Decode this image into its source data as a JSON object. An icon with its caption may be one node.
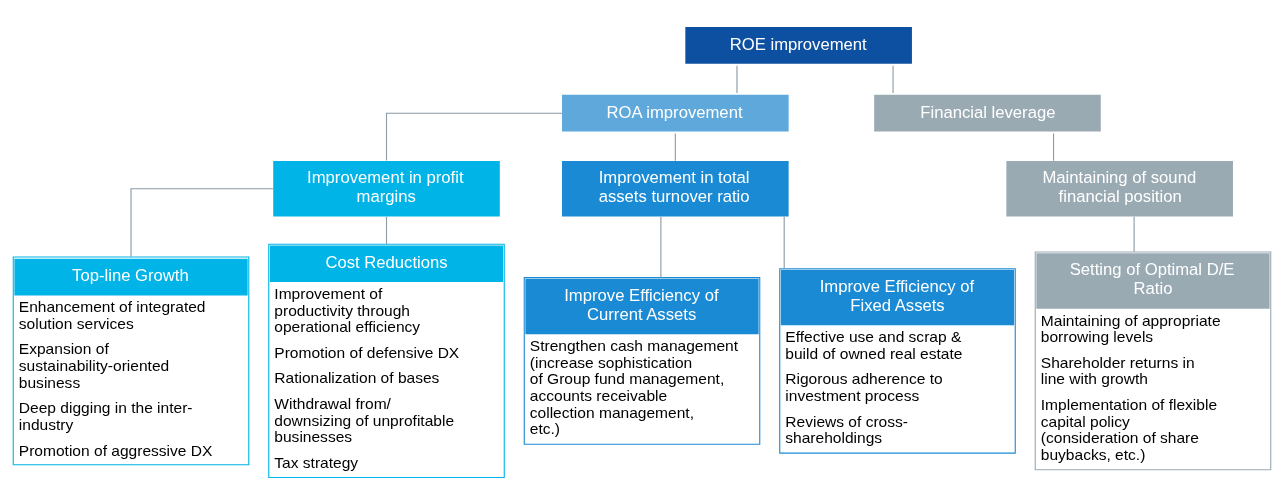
{
  "diagram": {
    "nodes": [
      {
        "text": [
          "ROE improvement"
        ]
      },
      {
        "text": [
          "ROA improvement"
        ]
      },
      {
        "text": [
          "Financial leverage"
        ]
      },
      {
        "text": [
          "Improvement in profit margins"
        ]
      },
      {
        "text": [
          "Improvement in total assets turnover ratio"
        ]
      },
      {
        "text": [
          "Maintaining of sound financial position"
        ]
      },
      {
        "text": [
          "Top-line Growth",
          "Enhancement of integrated solution services",
          "Expansion of sustainability-oriented business",
          "Deep digging in the inter-industry",
          "Promotion of aggressive DX"
        ]
      },
      {
        "text": [
          "Cost Reductions",
          "Improvement of productivity through operational efficiency",
          "Promotion of defensive DX",
          "Rationalization of bases",
          "Withdrawal from/ downsizing of unprofitable businesses",
          "Tax strategy"
        ]
      },
      {
        "text": [
          "Improve Efficiency of Current Assets",
          "Strengthen cash management (increase sophistication of Group fund management, accounts receivable collection management, etc.)"
        ]
      },
      {
        "text": [
          "Improve Efficiency of Fixed Assets",
          "Effective use and scrap & build of owned real estate",
          "Rigorous adherence to investment process",
          "Reviews of cross-shareholdings"
        ]
      },
      {
        "text": [
          "Setting of Optimal D/E Ratio",
          "Maintaining of appropriate borrowing levels",
          "Shareholder returns in line with growth",
          "Implementation of flexible capital policy (consideration of share buybacks, etc.)"
        ]
      }
    ],
    "edges": [
      {
        "from": 0,
        "to": 1,
        "arrow": "none"
      },
      {
        "from": 0,
        "to": 2,
        "arrow": "none"
      },
      {
        "from": 1,
        "to": 3,
        "arrow": "none"
      },
      {
        "from": 1,
        "to": 4,
        "arrow": "none"
      },
      {
        "from": 2,
        "to": 5,
        "arrow": "none"
      },
      {
        "from": 3,
        "to": 6,
        "arrow": "none"
      },
      {
        "from": 3,
        "to": 7,
        "arrow": "none"
      },
      {
        "from": 4,
        "to": 8,
        "arrow": "none"
      },
      {
        "from": 4,
        "to": 9,
        "arrow": "none"
      },
      {
        "from": 5,
        "to": 10,
        "arrow": "none"
      }
    ]
  }
}
